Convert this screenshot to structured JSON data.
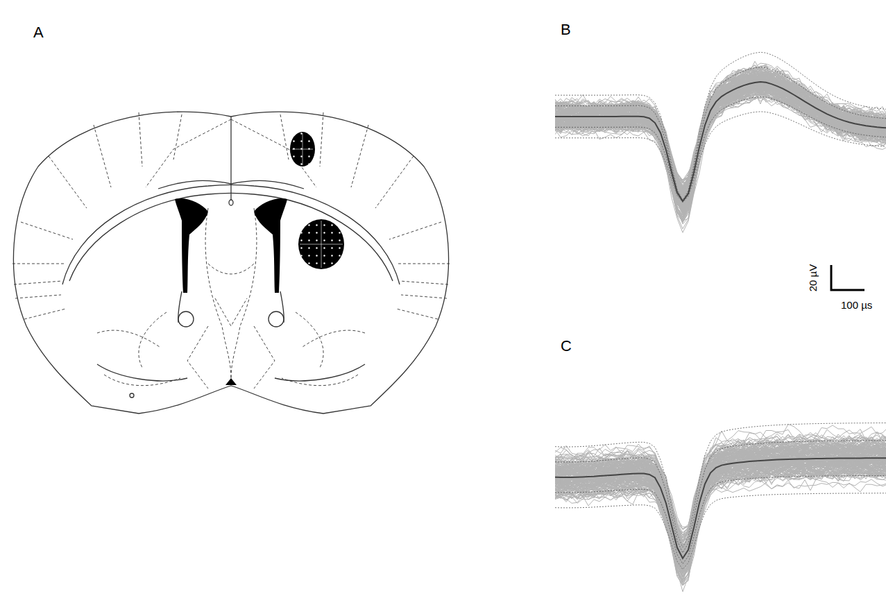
{
  "diagram": {
    "labels": [
      "A",
      "B",
      "C",
      "20 µV",
      "100 µs"
    ]
  }
}
